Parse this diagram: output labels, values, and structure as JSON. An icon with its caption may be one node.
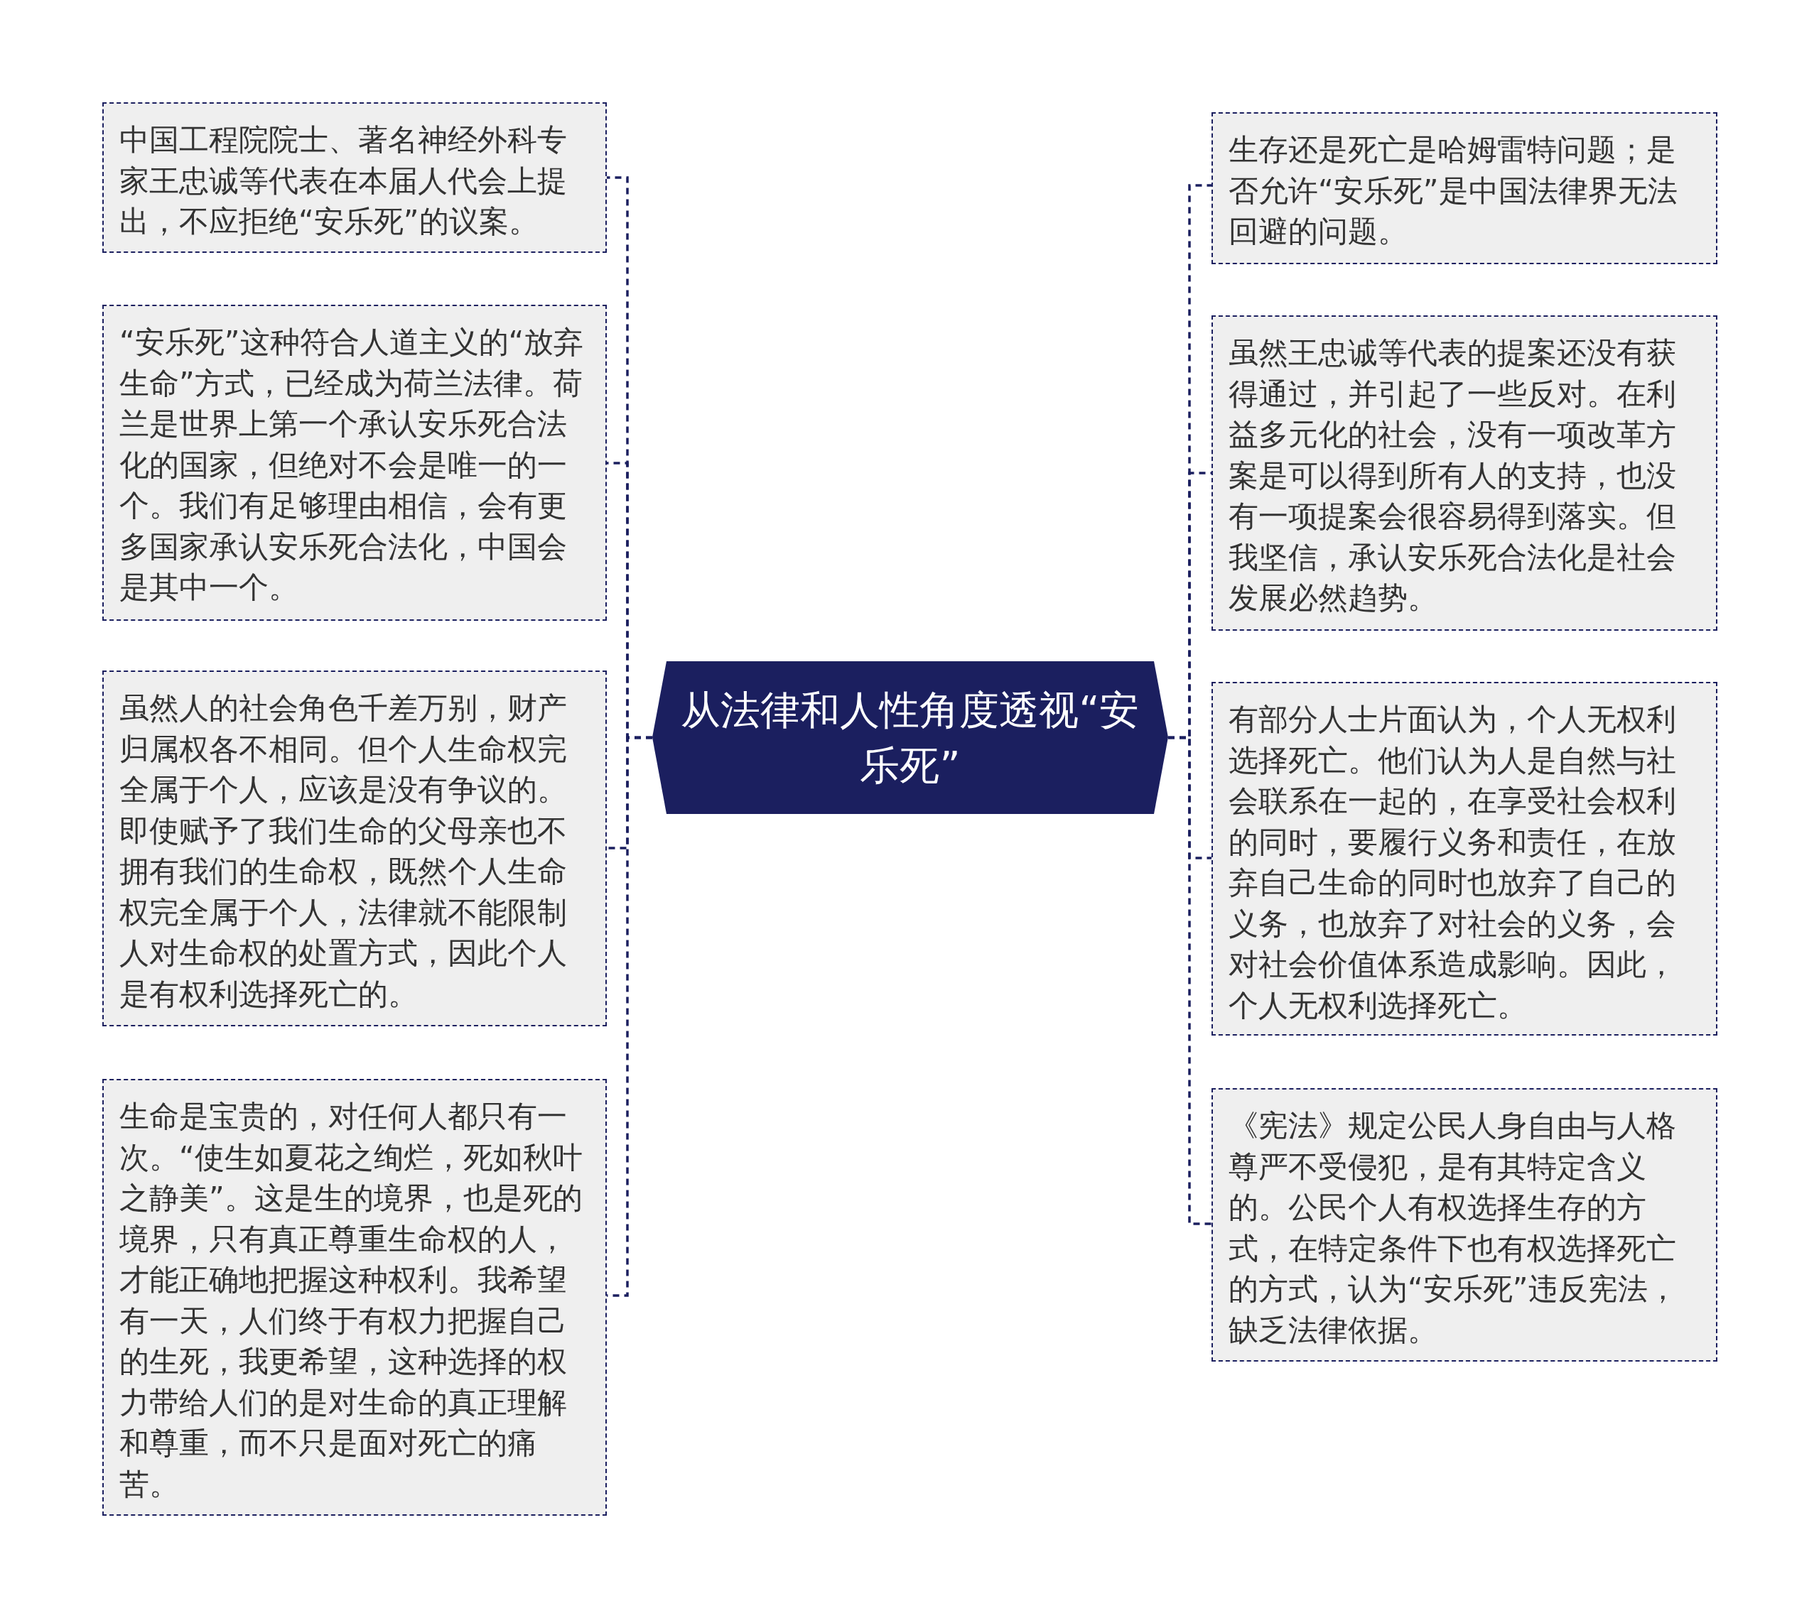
{
  "diagram": {
    "nodes": [
      {
        "text": [
          "从法律和人性角度透视“安乐死”"
        ]
      },
      {
        "text": [
          "中国工程院院士、著名神经外科专家王忠诚等代表在本届人代会上提出，不应拒绝“安乐死”的议案。"
        ]
      },
      {
        "text": [
          "“安乐死”这种符合人道主义的“放弃生命”方式，已经成为荷兰法律。荷兰是世界上第一个承认安乐死合法化的国家，但绝对不会是唯一的一个。我们有足够理由相信，会有更多国家承认安乐死合法化，中国会是其中一个。"
        ]
      },
      {
        "text": [
          "虽然人的社会角色千差万别，财产归属权各不相同。但个人生命权完全属于个人，应该是没有争议的。即使赋予了我们生命的父母亲也不拥有我们的生命权，既然个人生命权完全属于个人，法律就不能限制人对生命权的处置方式，因此个人是有权利选择死亡的。"
        ]
      },
      {
        "text": [
          "生命是宝贵的，对任何人都只有一次。“使生如夏花之绚烂，死如秋叶之静美”。这是生的境界，也是死的境界，只有真正尊重生命权的人，才能正确地把握这种权利。我希望有一天，人们终于有权力把握自己的生死，我更希望，这种选择的权力带给人们的是对生命的真正理解和尊重，而不只是面对死亡的痛苦。"
        ]
      },
      {
        "text": [
          "生存还是死亡是哈姆雷特问题；是否允许“安乐死”是中国法律界无法回避的问题。"
        ]
      },
      {
        "text": [
          "虽然王忠诚等代表的提案还没有获得通过，并引起了一些反对。在利益多元化的社会，没有一项改革方案是可以得到所有人的支持，也没有一项提案会很容易得到落实。但我坚信，承认安乐死合法化是社会发展必然趋势。"
        ]
      },
      {
        "text": [
          "有部分人士片面认为，个人无权利选择死亡。他们认为人是自然与社会联系在一起的，在享受社会权利的同时，要履行义务和责任，在放弃自己生命的同时也放弃了自己的义务，也放弃了对社会的义务，会对社会价值体系造成影响。因此，个人无权利选择死亡。"
        ]
      },
      {
        "text": [
          "《宪法》规定公民人身自由与人格尊严不受侵犯，是有其特定含义的。公民个人有权选择生存的方式，在特定条件下也有权选择死亡的方式，认为“安乐死”违反宪法，缺乏法律依据。"
        ]
      }
    ],
    "edges": [
      {
        "from": 0,
        "to": 1,
        "arrow": "none"
      },
      {
        "from": 0,
        "to": 2,
        "arrow": "none"
      },
      {
        "from": 0,
        "to": 3,
        "arrow": "none"
      },
      {
        "from": 0,
        "to": 4,
        "arrow": "none"
      },
      {
        "from": 0,
        "to": 5,
        "arrow": "none"
      },
      {
        "from": 0,
        "to": 6,
        "arrow": "none"
      },
      {
        "from": 0,
        "to": 7,
        "arrow": "none"
      },
      {
        "from": 0,
        "to": 8,
        "arrow": "none"
      }
    ]
  }
}
